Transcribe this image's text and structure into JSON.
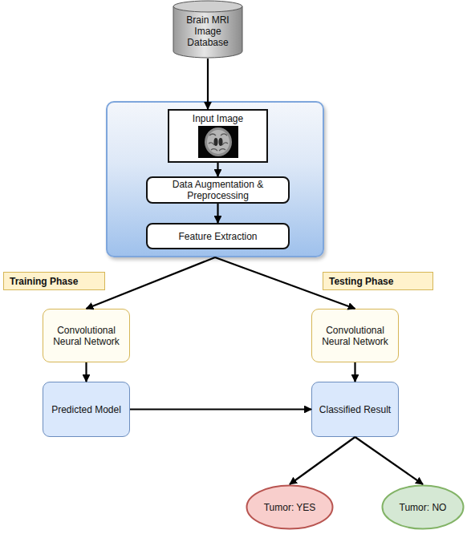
{
  "diagram": {
    "nodes": [
      {
        "text": [
          "Brain MRI Image Database"
        ]
      },
      {
        "text": []
      },
      {
        "text": [
          "Input Image"
        ],
        "in": 1
      },
      {
        "text": [
          "Data Augmentation & Preprocessing"
        ],
        "in": 1
      },
      {
        "text": [
          "Feature Extraction"
        ],
        "in": 1
      },
      {
        "text": [
          "Training Phase"
        ]
      },
      {
        "text": [
          "Testing Phase"
        ]
      },
      {
        "text": [
          "Convolutional Neural Network"
        ]
      },
      {
        "text": [
          "Convolutional Neural Network"
        ]
      },
      {
        "text": [
          "Predicted Model"
        ]
      },
      {
        "text": [
          "Classified Result"
        ]
      },
      {
        "text": [
          "Tumor: YES"
        ]
      },
      {
        "text": [
          "Tumor: NO"
        ]
      }
    ],
    "edges": [
      {
        "from": 0,
        "to": 2,
        "arrow": "to"
      },
      {
        "from": 2,
        "to": 3,
        "arrow": "to"
      },
      {
        "from": 3,
        "to": 4,
        "arrow": "to"
      },
      {
        "from": 1,
        "to": 7,
        "arrow": "to"
      },
      {
        "from": 1,
        "to": 8,
        "arrow": "to"
      },
      {
        "from": 7,
        "to": 9,
        "arrow": "to"
      },
      {
        "from": 8,
        "to": 10,
        "arrow": "to"
      },
      {
        "from": 9,
        "to": 10,
        "arrow": "to"
      },
      {
        "from": 10,
        "to": 11,
        "arrow": "to"
      },
      {
        "from": 10,
        "to": 12,
        "arrow": "to"
      }
    ]
  }
}
